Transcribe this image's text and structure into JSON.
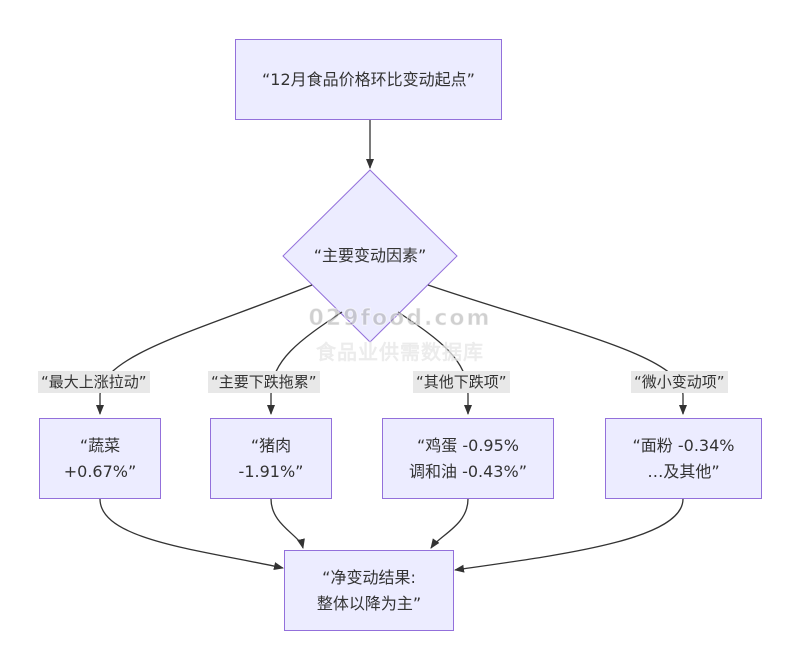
{
  "diagram": {
    "start": "“12月食品价格环比变动起点”",
    "decision": "“主要变动因素”",
    "edges": {
      "e1": "“最大上涨拉动”",
      "e2": "“主要下跌拖累”",
      "e3": "“其他下跌项”",
      "e4": "“微小变动项”"
    },
    "nodes": {
      "veg_line1": "“蔬菜",
      "veg_line2": "+0.67%”",
      "pork_line1": "“猪肉",
      "pork_line2": "-1.91%”",
      "egg_line1": "“鸡蛋 -0.95%",
      "egg_line2": "调和油 -0.43%”",
      "flour_line1": "“面粉 -0.34%",
      "flour_line2": "…及其他”"
    },
    "result_line1": "“净变动结果:",
    "result_line2": "整体以降为主”"
  },
  "watermark": {
    "site": "029food.com",
    "title": "食品业供需数据库"
  },
  "colors": {
    "node_fill": "#ececff",
    "node_border": "#9370db",
    "edge": "#333333",
    "label_bg": "#e8e8e8"
  }
}
